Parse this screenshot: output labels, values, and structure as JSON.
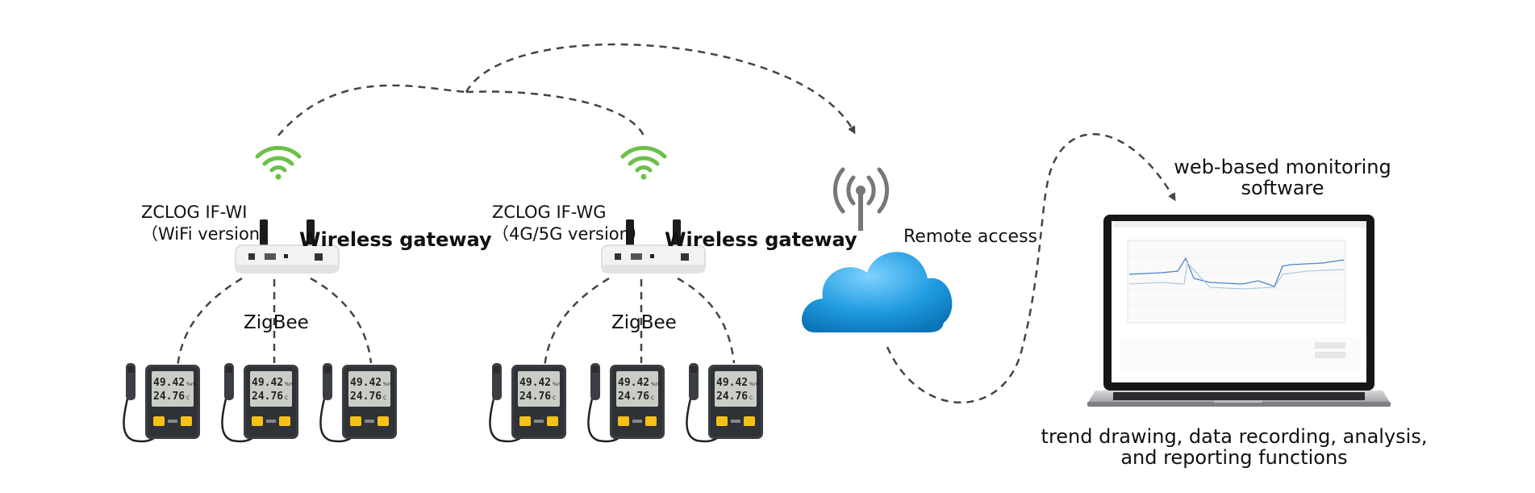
{
  "gateways": [
    {
      "model_line1": "ZCLOG IF-WI",
      "model_line2": "（WiFi version）",
      "type_label": "Wireless gateway",
      "link_label": "ZigBee"
    },
    {
      "model_line1": "ZCLOG IF-WG",
      "model_line2": "（4G/5G version）",
      "type_label": "Wireless gateway",
      "link_label": "ZigBee"
    }
  ],
  "sensor_display": {
    "humidity": "49.42",
    "humidity_unit": "%rH",
    "temperature": "24.76",
    "temperature_unit": "C"
  },
  "cloud": {
    "remote_label": "Remote access"
  },
  "software": {
    "title_line1": "web-based monitoring",
    "title_line2": "software",
    "functions_line1": "trend drawing, data recording, analysis,",
    "functions_line2": "and reporting functions"
  },
  "colors": {
    "wifi_green": "#6cc04a",
    "cloud_blue": "#1f9be0",
    "dashed_line": "#444444",
    "device_body": "#3a3d42",
    "screen": "#c9cdc6",
    "button_yellow": "#f4c11b"
  }
}
